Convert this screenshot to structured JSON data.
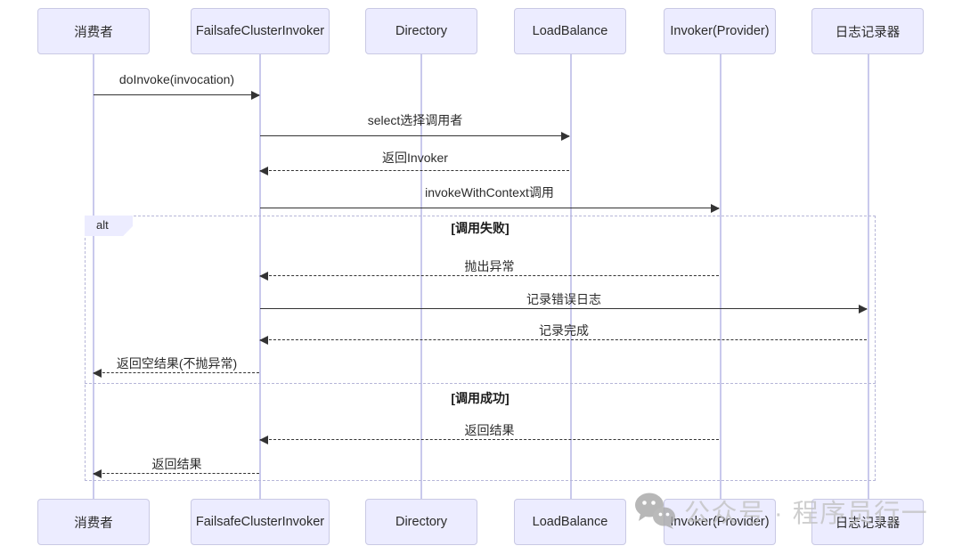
{
  "diagram_type": "sequence-diagram",
  "actors": [
    {
      "label": "消费者"
    },
    {
      "label": "FailsafeClusterInvoker"
    },
    {
      "label": "Directory"
    },
    {
      "label": "LoadBalance"
    },
    {
      "label": "Invoker(Provider)"
    },
    {
      "label": "日志记录器"
    }
  ],
  "messages": [
    {
      "label": "doInvoke(invocation)",
      "from": "消费者",
      "to": "FailsafeClusterInvoker",
      "style": "solid"
    },
    {
      "label": "select选择调用者",
      "from": "FailsafeClusterInvoker",
      "to": "LoadBalance",
      "style": "solid"
    },
    {
      "label": "返回Invoker",
      "from": "LoadBalance",
      "to": "FailsafeClusterInvoker",
      "style": "dashed"
    },
    {
      "label": "invokeWithContext调用",
      "from": "FailsafeClusterInvoker",
      "to": "Invoker(Provider)",
      "style": "solid"
    },
    {
      "label": "抛出异常",
      "from": "Invoker(Provider)",
      "to": "FailsafeClusterInvoker",
      "style": "dashed"
    },
    {
      "label": "记录错误日志",
      "from": "FailsafeClusterInvoker",
      "to": "日志记录器",
      "style": "solid"
    },
    {
      "label": "记录完成",
      "from": "日志记录器",
      "to": "FailsafeClusterInvoker",
      "style": "dashed"
    },
    {
      "label": "返回空结果(不抛异常)",
      "from": "FailsafeClusterInvoker",
      "to": "消费者",
      "style": "dashed"
    },
    {
      "label": "返回结果",
      "from": "Invoker(Provider)",
      "to": "FailsafeClusterInvoker",
      "style": "dashed"
    },
    {
      "label": "返回结果",
      "from": "FailsafeClusterInvoker",
      "to": "消费者",
      "style": "dashed"
    }
  ],
  "alt_frame": {
    "label": "alt",
    "conditions": [
      {
        "label": "[调用失败]"
      },
      {
        "label": "[调用成功]"
      }
    ]
  },
  "watermark": {
    "icon": "wechat-icon",
    "text": "公众号 · 程序员行一"
  },
  "colors": {
    "actor_fill": "#ECECFF",
    "actor_border": "#c9c9e4",
    "lifeline": "#c9c9ec",
    "line": "#333333",
    "frame_border": "#b6b6d8",
    "watermark": "#c2c2c2"
  }
}
